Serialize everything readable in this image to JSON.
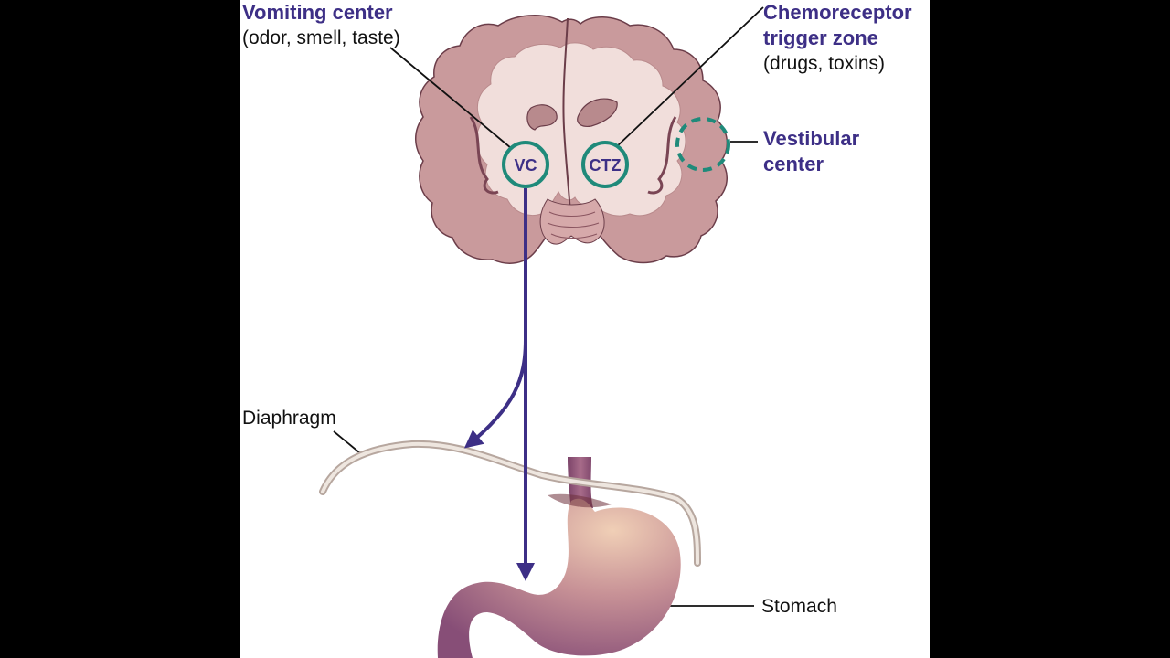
{
  "labels": {
    "vomiting_center": {
      "title": "Vomiting center",
      "sub": "(odor, smell, taste)"
    },
    "ctz": {
      "title_line1": "Chemoreceptor",
      "title_line2": "trigger zone",
      "sub": "(drugs, toxins)"
    },
    "vestibular": {
      "line1": "Vestibular",
      "line2": "center"
    },
    "diaphragm": "Diaphragm",
    "stomach": "Stomach",
    "vc_abbrev": "VC",
    "ctz_abbrev": "CTZ"
  },
  "colors": {
    "title_text": "#3d2f86",
    "arrow": "#3d2f86",
    "circle": "#1f8a7a",
    "brain_fill": "#c99a9c",
    "brain_inner": "#f1dedb",
    "stomach_fill": "#a56d8e"
  }
}
